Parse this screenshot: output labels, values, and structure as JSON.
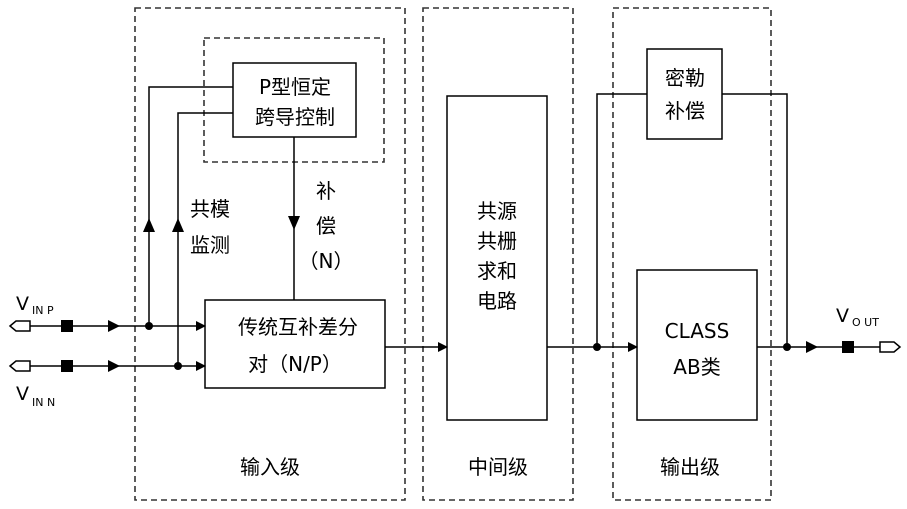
{
  "stages": {
    "input": "输入级",
    "middle": "中间级",
    "output": "输出级"
  },
  "blocks": {
    "ptype_line1": "P型恒定",
    "ptype_line2": "跨导控制",
    "diff_line1": "传统互补差分",
    "diff_line2": "对（N/P）",
    "sum_line1": "共源",
    "sum_line2": "共栅",
    "sum_line3": "求和",
    "sum_line4": "电路",
    "miller_line1": "密勒",
    "miller_line2": "补偿",
    "classab_line1": "CLASS",
    "classab_line2": "AB类"
  },
  "labels": {
    "common_mode_line1": "共模",
    "common_mode_line2": "监测",
    "comp_line1": "补",
    "comp_line2": "偿",
    "comp_line3": "（N）"
  },
  "pins": {
    "vinp_main": "V",
    "vinp_sub": "IN P",
    "vinn_main": "V",
    "vinn_sub": "IN N",
    "vout_main": "V",
    "vout_sub": "O UT"
  }
}
